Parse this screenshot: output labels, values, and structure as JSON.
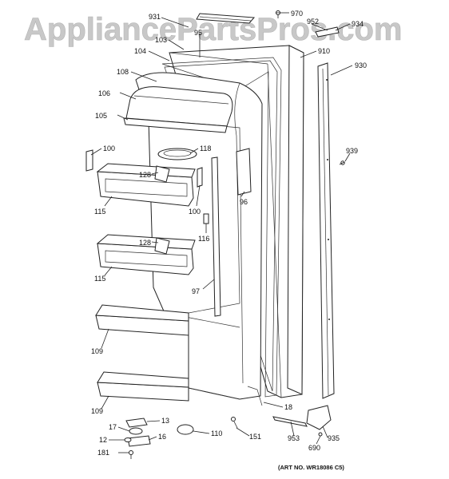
{
  "watermark": "AppliancePartsPros.com",
  "art_number": "(ART NO. WR18086 C5)",
  "labels": {
    "l931": "931",
    "l970": "970",
    "l952": "952",
    "l934": "934",
    "l103": "103",
    "l95": "95",
    "l104": "104",
    "l910": "910",
    "l930": "930",
    "l108": "108",
    "l106": "106",
    "l105": "105",
    "l100a": "100",
    "l118": "118",
    "l939": "939",
    "l128a": "128",
    "l96": "96",
    "l100b": "100",
    "l115a": "115",
    "l116": "116",
    "l128b": "128",
    "l115b": "115",
    "l97": "97",
    "l109a": "109",
    "l109b": "109",
    "l18": "18",
    "l13": "13",
    "l17": "17",
    "l16": "16",
    "l12": "12",
    "l110": "110",
    "l151": "151",
    "l953": "953",
    "l935": "935",
    "l690": "690",
    "l181": "181"
  }
}
